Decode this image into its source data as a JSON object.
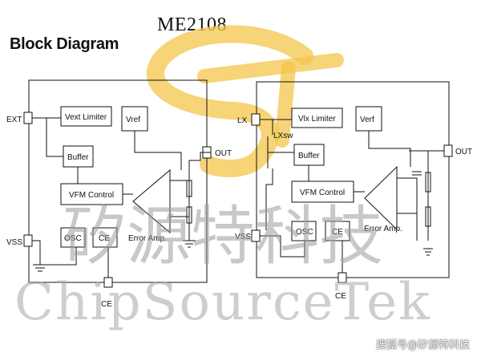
{
  "header": {
    "chip_name": "ME2108",
    "section_title": "Block Diagram"
  },
  "left_diagram": {
    "pins": {
      "ext": "EXT",
      "vss": "VSS",
      "out": "OUT",
      "ce": "CE"
    },
    "blocks": {
      "vext_limiter": "Vext Limiter",
      "vref": "Vref",
      "buffer": "Buffer",
      "vfm_control": "VFM Control",
      "osc": "OSC",
      "ce": "CE",
      "error_amp": "Error Amp."
    }
  },
  "right_diagram": {
    "pins": {
      "lx": "LX",
      "vss": "VSS",
      "out": "OUT",
      "ce": "CE"
    },
    "lxsw": "LXsw",
    "blocks": {
      "vlx_limiter": "Vlx Limiter",
      "verf": "Verf",
      "buffer": "Buffer",
      "vfm_control": "VFM Control",
      "osc": "OSC",
      "ce": "CE",
      "error_amp": "Error Amp."
    }
  },
  "watermark": {
    "cjk": "矽源特科技",
    "latin": "ChipSourceTek",
    "logo_color": "#f3c64a"
  },
  "credit": "搜狐号@矽源特科技"
}
